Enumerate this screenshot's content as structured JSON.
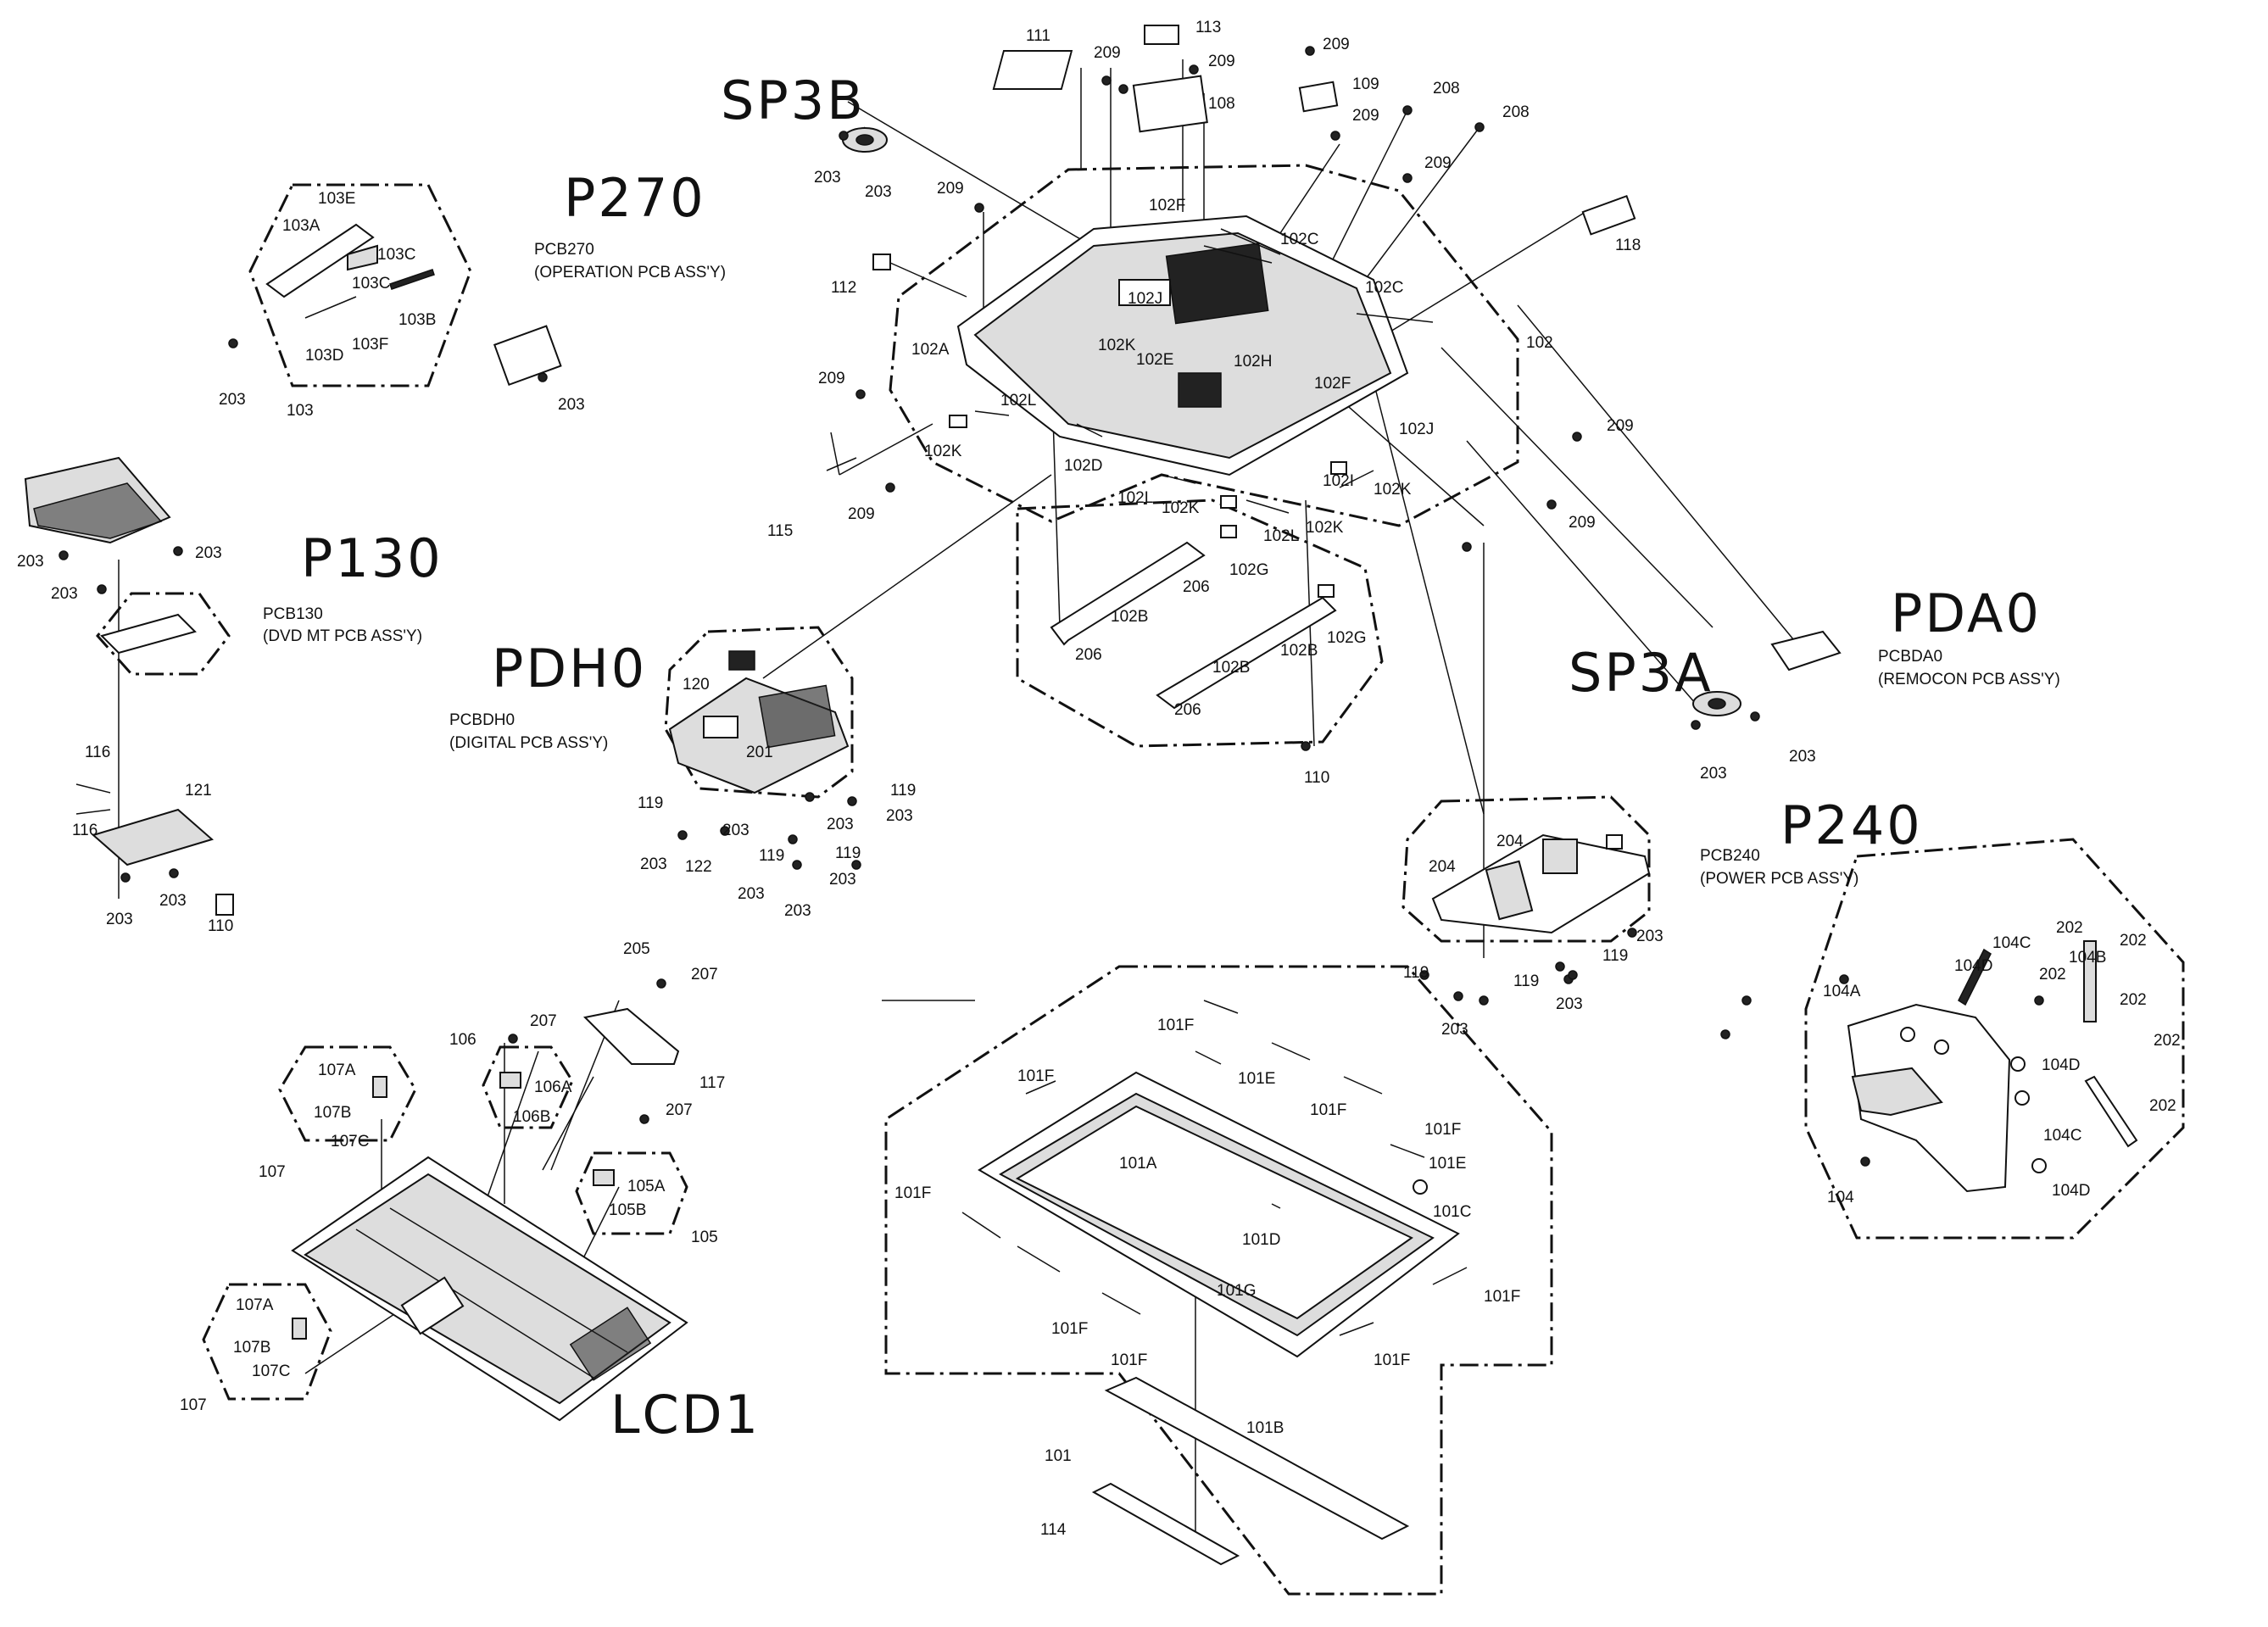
{
  "handwritten": {
    "sp3b": "SP3B",
    "p270": "P270",
    "p130": "P130",
    "pdh0": "PDH0",
    "pda0": "PDA0",
    "sp3a": "SP3A",
    "p240": "P240",
    "lcd1": "LCD1"
  },
  "pcb_labels": {
    "pcb270_code": "PCB270",
    "pcb270_name": "(OPERATION PCB ASS'Y)",
    "pcb130_code": "PCB130",
    "pcb130_name": "(DVD MT PCB ASS'Y)",
    "pcbdh0_code": "PCBDH0",
    "pcbdh0_name": "(DIGITAL PCB ASS'Y)",
    "pcbda0_code": "PCBDA0",
    "pcbda0_name": "(REMOCON PCB ASS'Y)",
    "pcb240_code": "PCB240",
    "pcb240_name": "(POWER PCB ASS'Y)"
  },
  "part_numbers": {
    "top_back": [
      "111",
      "209",
      "113",
      "209",
      "108",
      "209",
      "109",
      "208",
      "208",
      "209",
      "209",
      "102F",
      "102C",
      "118",
      "112",
      "102J",
      "102C",
      "209",
      "102A",
      "102K",
      "102E",
      "102H",
      "102F",
      "102",
      "209",
      "102L",
      "102J",
      "102K",
      "102D",
      "102I",
      "102K",
      "115",
      "209",
      "102L",
      "102K",
      "102L",
      "102K",
      "209",
      "209"
    ],
    "p270_group": [
      "103E",
      "103A",
      "103C",
      "103C",
      "103B",
      "103D",
      "103F",
      "203",
      "103",
      "203"
    ],
    "sp3b": [
      "203",
      "203"
    ],
    "p130_group": [
      "203",
      "203",
      "203"
    ],
    "stands": [
      "102G",
      "206",
      "102B",
      "206",
      "102G",
      "102B",
      "206",
      "110"
    ],
    "digital": [
      "120",
      "201",
      "119",
      "119",
      "203",
      "203",
      "119",
      "203",
      "203",
      "122",
      "119",
      "203",
      "203",
      "203"
    ],
    "dvd_lower": [
      "116",
      "121",
      "116",
      "203",
      "203",
      "110"
    ],
    "remocon": [
      "203"
    ],
    "sp3a": [
      "203"
    ],
    "power": [
      "204",
      "204",
      "119",
      "203",
      "119",
      "119",
      "203",
      "203"
    ],
    "bezel_stand": [
      "202",
      "104C",
      "104B",
      "202",
      "104D",
      "104A",
      "202",
      "202",
      "202",
      "104D",
      "104C",
      "202",
      "104D",
      "104"
    ],
    "lcd_brackets": [
      "205",
      "207",
      "117",
      "106",
      "207",
      "106A",
      "106B",
      "207",
      "105A",
      "105B",
      "105",
      "107A",
      "107B",
      "107C",
      "107",
      "107A",
      "107B",
      "107C",
      "107"
    ],
    "front_frame": [
      "101F",
      "101E",
      "101F",
      "101F",
      "101F",
      "101A",
      "101E",
      "101C",
      "101F",
      "101D",
      "101G",
      "101F",
      "101F",
      "101F",
      "101F",
      "101B",
      "101",
      "114"
    ]
  }
}
